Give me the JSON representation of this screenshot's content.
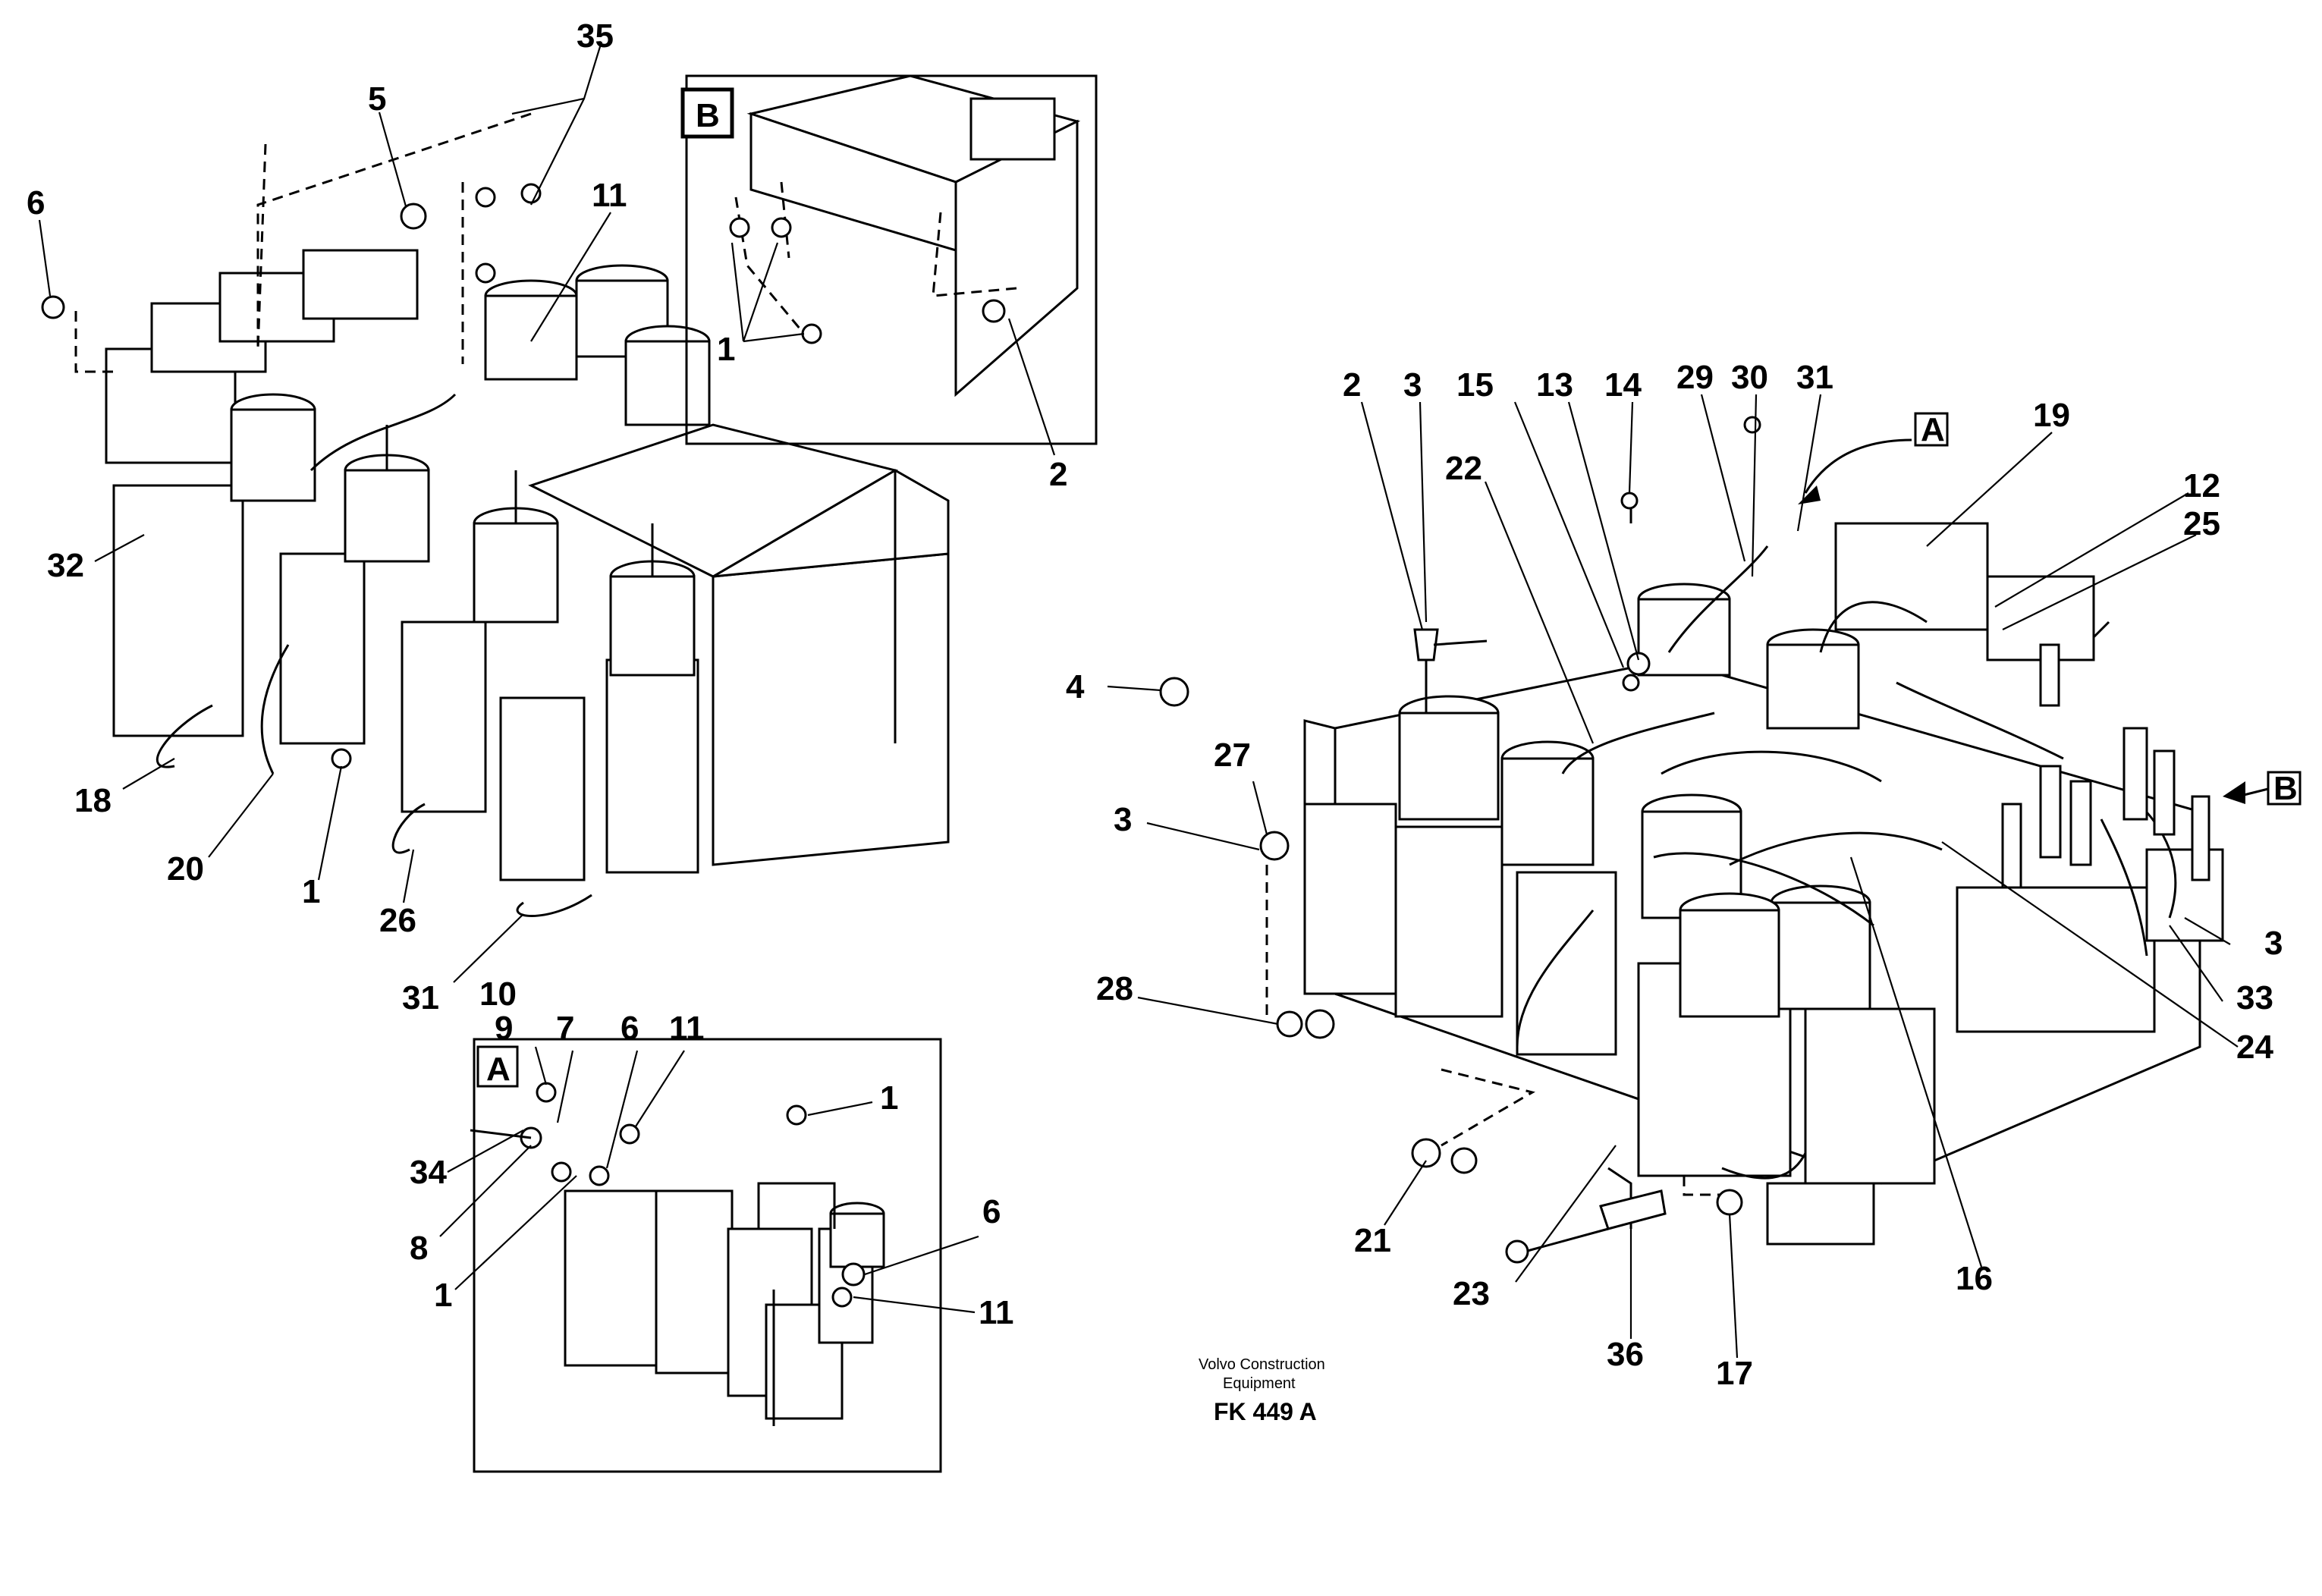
{
  "figure": {
    "callouts": [
      "1",
      "2",
      "3",
      "4",
      "5",
      "6",
      "7",
      "8",
      "9",
      "10",
      "11",
      "12",
      "13",
      "14",
      "15",
      "16",
      "17",
      "18",
      "19",
      "20",
      "21",
      "22",
      "23",
      "24",
      "25",
      "26",
      "27",
      "28",
      "29",
      "30",
      "31",
      "32",
      "33",
      "34",
      "35",
      "36"
    ],
    "labels": {
      "main_left": [
        "35",
        "5",
        "6",
        "11",
        "32",
        "18",
        "20",
        "1",
        "26",
        "31"
      ],
      "inset_b": [
        "1",
        "2"
      ],
      "inset_a": [
        "10",
        "9",
        "7",
        "6",
        "11",
        "1",
        "34",
        "8",
        "1",
        "6",
        "11"
      ],
      "main_right": [
        "2",
        "3",
        "15",
        "13",
        "14",
        "29",
        "30",
        "31",
        "19",
        "12",
        "25",
        "22",
        "4",
        "27",
        "3",
        "28",
        "21",
        "23",
        "36",
        "17",
        "16",
        "24",
        "33",
        "3"
      ]
    },
    "inset_tags": {
      "a": "A",
      "b": "B"
    },
    "view_markers": {
      "a": "A",
      "b": "B"
    },
    "caption": {
      "line1": "Volvo Construction",
      "line2": "Equipment",
      "code": "FK 449 A"
    }
  }
}
